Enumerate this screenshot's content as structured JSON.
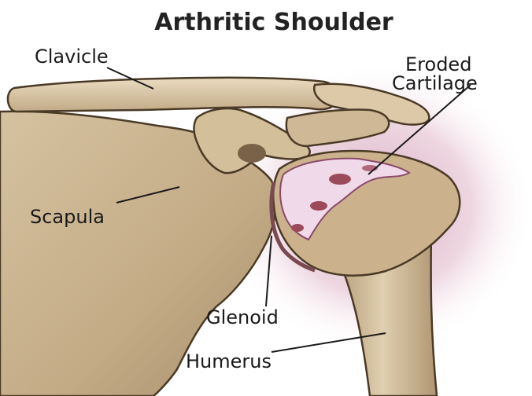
{
  "title": "Arthritic Shoulder",
  "labels": {
    "clavicle": "Clavicle",
    "eroded_line1": "Eroded",
    "eroded_line2": "Cartilage",
    "scapula": "Scapula",
    "glenoid": "Glenoid",
    "humerus": "Humerus"
  },
  "colors": {
    "bone": "#d8c4a2",
    "bone_shadow": "#b79f7b",
    "inflammation": "#c98aa6",
    "cartilage": "#efd6e6"
  }
}
